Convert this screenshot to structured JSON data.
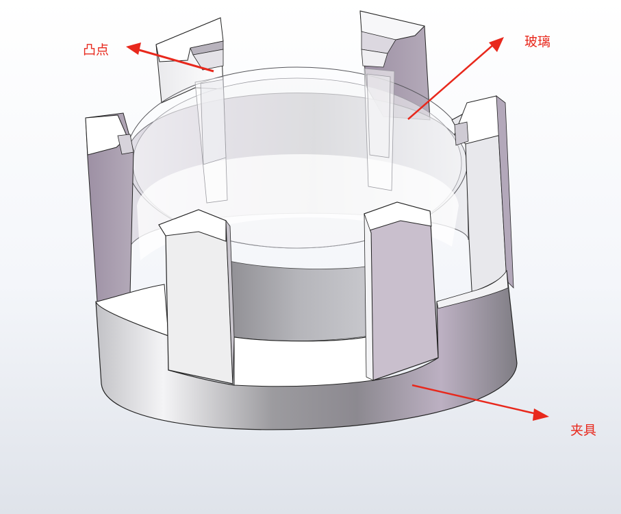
{
  "callouts": {
    "bump": "凸点",
    "glass": "玻璃",
    "fixture": "夹具"
  },
  "colors": {
    "arrow": "#e8281c",
    "fixture_light": "#f2f2f4",
    "fixture_dark": "#8a878d",
    "fixture_purple": "#b9adbf",
    "glass_tint": "#c9c9d0"
  }
}
